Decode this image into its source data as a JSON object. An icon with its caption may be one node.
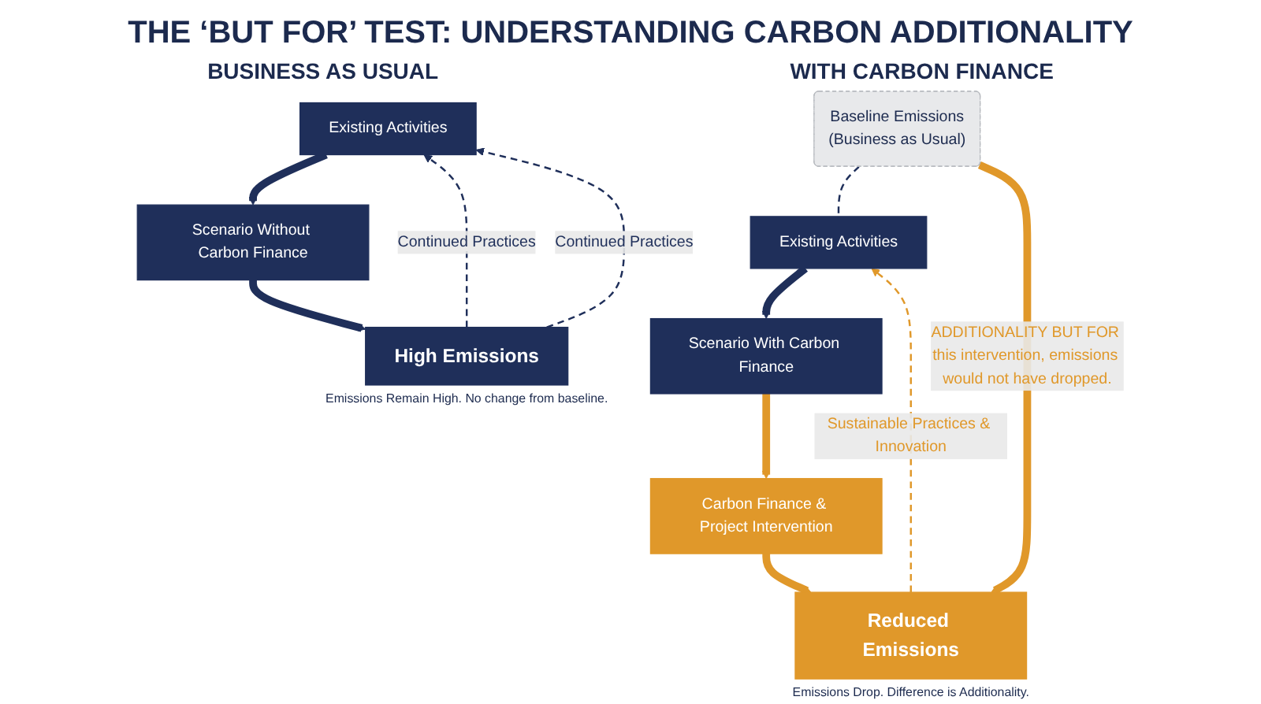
{
  "diagram": {
    "title": "THE ‘BUT FOR’ TEST: UNDERSTANDING CARBON ADDITIONALITY",
    "nodes": [
      {
        "text": [
          "Existing Activities"
        ]
      },
      {
        "text": [
          "Scenario Without Carbon Finance"
        ]
      },
      {
        "text": [
          "High Emissions"
        ],
        "beside": [
          "Emissions Remain High. No change from baseline."
        ]
      },
      {
        "text": [
          "Existing Activities"
        ]
      },
      {
        "text": [
          "Scenario With Carbon Finance"
        ]
      },
      {
        "text": [
          "Carbon Finance & Project Intervention"
        ]
      },
      {
        "text": [
          "Baseline Emissions",
          "(Business as Usual)"
        ]
      },
      {
        "text": [
          "Reduced Emissions"
        ],
        "beside": [
          "Emissions Drop. Difference is Additionality."
        ]
      }
    ],
    "edges": [
      {
        "from": 0,
        "to": 1,
        "arrow": "to"
      },
      {
        "from": 1,
        "to": 2,
        "arrow": "to"
      },
      {
        "from": 2,
        "to": 0,
        "arrow": "to",
        "style": "dashed",
        "label": "Continued Practices"
      },
      {
        "from": 2,
        "to": 0,
        "arrow": "to",
        "style": "dashed",
        "label": "Continued Practices"
      },
      {
        "from": 3,
        "to": 4,
        "arrow": "to"
      },
      {
        "from": 4,
        "to": 5,
        "arrow": "to",
        "color": "#e0982a"
      },
      {
        "from": 5,
        "to": 7,
        "arrow": "to",
        "color": "#e0982a"
      },
      {
        "from": 7,
        "to": 3,
        "arrow": "to",
        "style": "dashed",
        "color": "#e0982a",
        "label": "Sustainable Practices & Innovation"
      },
      {
        "from": 6,
        "to": 3,
        "arrow": "none",
        "style": "dashed"
      },
      {
        "from": 6,
        "to": 7,
        "arrow": "to",
        "color": "#e0982a",
        "label": "ADDITIONALITY BUT FOR this intervention, emissions would not have dropped."
      }
    ],
    "labels": [
      "BUSINESS AS USUAL",
      "WITH CARBON FINANCE"
    ]
  }
}
